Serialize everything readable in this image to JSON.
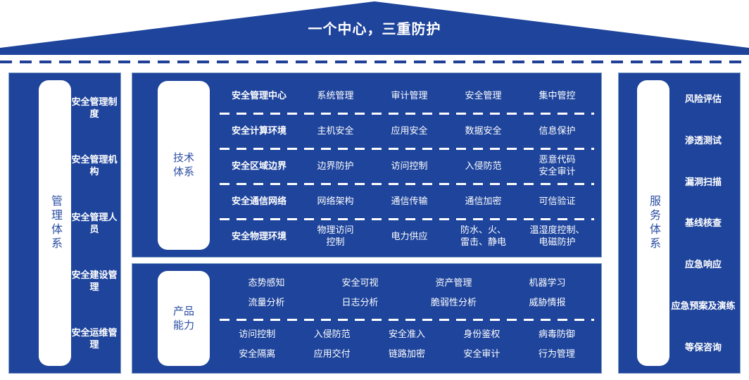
{
  "roof": {
    "title": "一个中心，三重防护",
    "fill_color": "#1e449c",
    "dash_color": "#1f4096"
  },
  "colors": {
    "panel_blue": "#1e449c",
    "panel_border": "#7d9ec4",
    "pill_white": "#ffffff",
    "pill_text": "#2b4ea2",
    "item_text": "#ffffff"
  },
  "management": {
    "pill_label": "管理体系",
    "items": [
      {
        "label": "安全管理制度"
      },
      {
        "label": "安全管理机构"
      },
      {
        "label": "安全管理人员"
      },
      {
        "label": "安全建设管理"
      },
      {
        "label": "安全运维管理"
      }
    ]
  },
  "technical": {
    "pill_label": "技术\n体系",
    "pill_line1": "技术",
    "pill_line2": "体系",
    "rows": [
      {
        "head": "安全管理中心",
        "cells": [
          "系统管理",
          "审计管理",
          "安全管理",
          "集中管控"
        ]
      },
      {
        "head": "安全计算环境",
        "cells": [
          "主机安全",
          "应用安全",
          "数据安全",
          "信息保护"
        ]
      },
      {
        "head": "安全区域边界",
        "cells": [
          "边界防护",
          "访问控制",
          "入侵防范",
          "恶意代码\n安全审计"
        ]
      },
      {
        "head": "安全通信网络",
        "cells": [
          "网络架构",
          "通信传输",
          "通信加密",
          "可信验证"
        ]
      },
      {
        "head": "安全物理环境",
        "cells": [
          "物理访问\n控制",
          "电力供应",
          "防水、火、\n雷击、静电",
          "温湿度控制、\n电磁防护"
        ]
      }
    ]
  },
  "product": {
    "pill_line1": "产品",
    "pill_line2": "能力",
    "blocks": [
      {
        "lines": [
          [
            "态势感知",
            "安全可视",
            "资产管理",
            "机器学习"
          ],
          [
            "流量分析",
            "日志分析",
            "脆弱性分析",
            "威胁情报"
          ]
        ]
      },
      {
        "lines": [
          [
            "访问控制",
            "入侵防范",
            "安全准入",
            "身份鉴权",
            "病毒防御"
          ],
          [
            "安全隔离",
            "应用交付",
            "链路加密",
            "安全审计",
            "行为管理"
          ]
        ]
      }
    ]
  },
  "service": {
    "pill_label": "服务体系",
    "items": [
      {
        "label": "风险评估"
      },
      {
        "label": "渗透测试"
      },
      {
        "label": "漏洞扫描"
      },
      {
        "label": "基线核查"
      },
      {
        "label": "应急响应"
      },
      {
        "label": "应急预案及演练"
      },
      {
        "label": "等保咨询"
      }
    ]
  }
}
